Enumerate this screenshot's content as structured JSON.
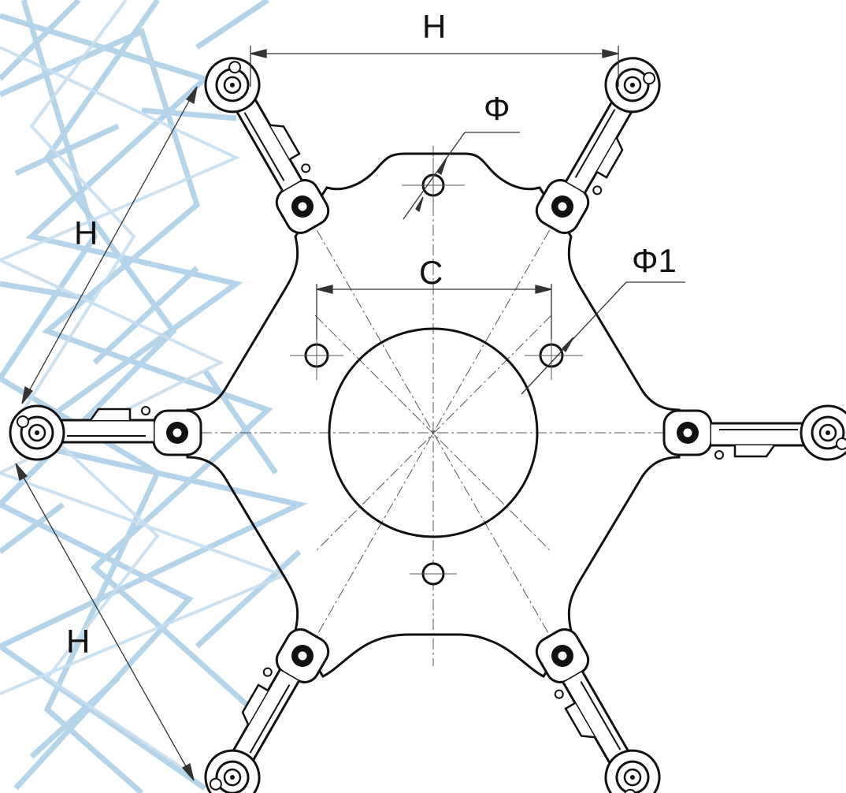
{
  "dimension_labels": {
    "top_width": "H",
    "left_upper": "H",
    "left_lower": "H",
    "center_hole_spacing": "C",
    "small_hole_dia": "Φ",
    "mount_hole_dia": "Φ1"
  },
  "colors": {
    "line": "#111111",
    "thin_line": "#555555",
    "background_tower": "#a9cde6"
  }
}
